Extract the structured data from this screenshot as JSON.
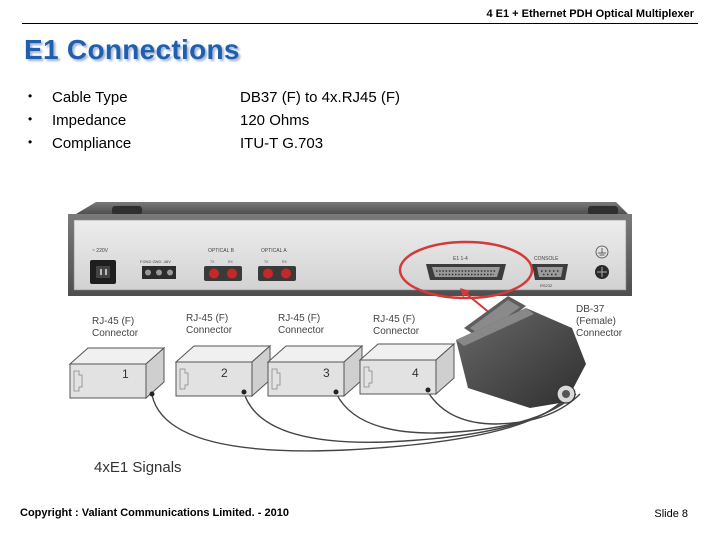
{
  "header": {
    "title": "4 E1 + Ethernet PDH Optical Multiplexer"
  },
  "slide": {
    "title": "E1 Connections"
  },
  "specs": [
    {
      "bullet": "•",
      "label": "Cable Type",
      "value": "DB37 (F) to 4x.RJ45 (F)"
    },
    {
      "bullet": "•",
      "label": "Impedance",
      "value": "120 Ohms"
    },
    {
      "bullet": "•",
      "label": "Compliance",
      "value": "ITU-T G.703"
    }
  ],
  "figure": {
    "panel_labels": {
      "power": "~ 220V",
      "power_terms": "FGND GND -48V",
      "optical_b": "OPTICAL B",
      "optical_a": "OPTICAL A",
      "tx": "TX",
      "rx": "RX",
      "e1_port": "E1 1-4",
      "console": "CONSOLE",
      "rs232": "RS232"
    },
    "connectors": [
      {
        "label_line1": "RJ-45 (F)",
        "label_line2": "Connector",
        "number": "1"
      },
      {
        "label_line1": "RJ-45 (F)",
        "label_line2": "Connector",
        "number": "2"
      },
      {
        "label_line1": "RJ-45 (F)",
        "label_line2": "Connector",
        "number": "3"
      },
      {
        "label_line1": "RJ-45 (F)",
        "label_line2": "Connector",
        "number": "4"
      }
    ],
    "db37": {
      "line1": "DB-37",
      "line2": "(Female)",
      "line3": "Connector"
    },
    "signals_caption": "4xE1 Signals",
    "highlight_color": "#d43a3a"
  },
  "footer": {
    "copyright": "Copyright : Valiant Communications Limited. - 2010",
    "slide_number": "Slide 8"
  }
}
